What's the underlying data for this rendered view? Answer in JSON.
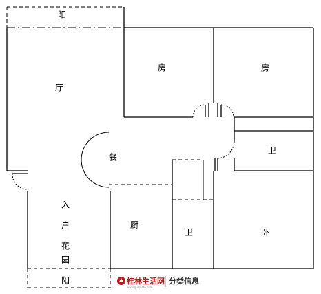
{
  "rooms": {
    "balcony_top": "阳",
    "living_room": "厅",
    "bedroom_1": "房",
    "bedroom_2": "房",
    "dining": "餐",
    "bathroom_1": "卫",
    "entrance_1": "入",
    "entrance_2": "户",
    "entrance_3": "花",
    "entrance_4": "园",
    "kitchen": "厨",
    "bathroom_2": "卫",
    "master_bedroom": "卧",
    "balcony_bottom": "阳"
  },
  "watermark": {
    "brand": "桂林生活网",
    "url": "www.guilinlife.com",
    "site": "分类信息",
    "brand_color": "#c21a1a"
  }
}
